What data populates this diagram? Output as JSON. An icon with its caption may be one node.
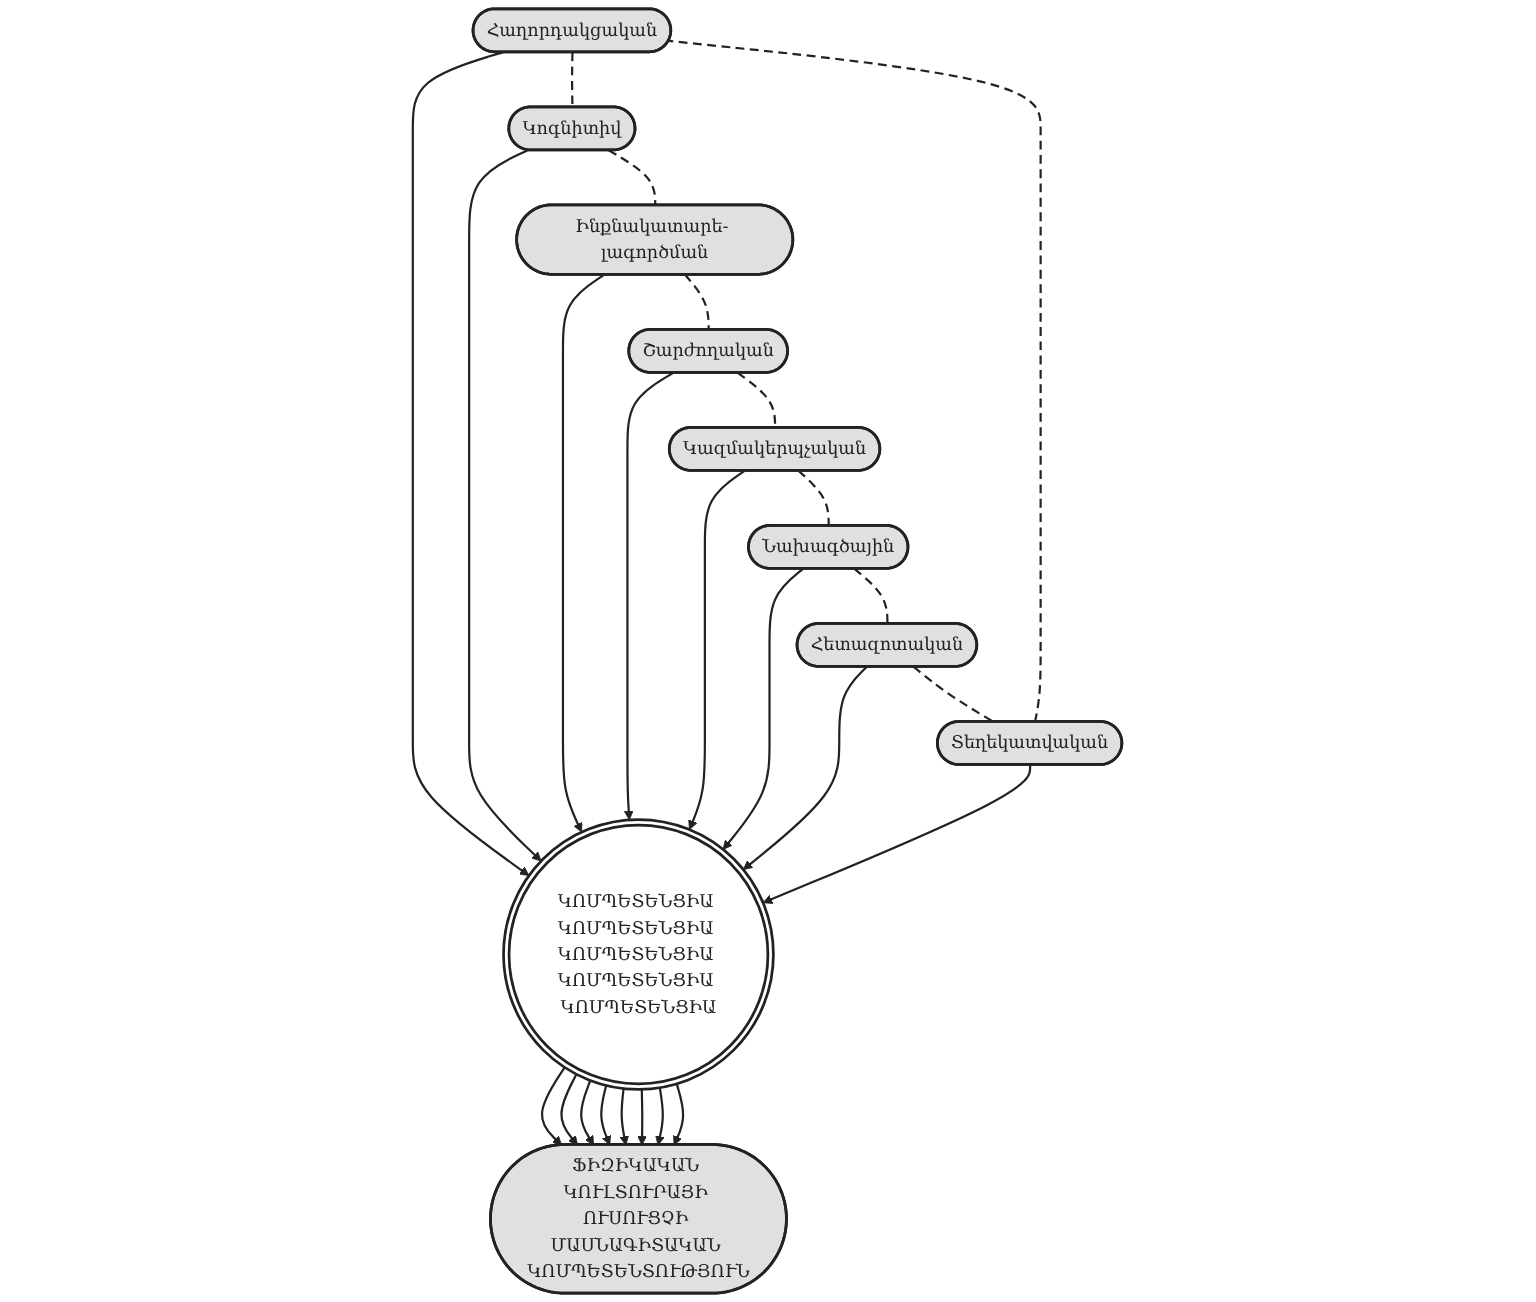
{
  "diagram": {
    "nodes": [
      {
        "text": [
          "Հաղորդակցական"
        ]
      },
      {
        "text": [
          "Կոգնիտիվ"
        ]
      },
      {
        "text": [
          "Ինքնակատարե- լագործման"
        ]
      },
      {
        "text": [
          "Շարժողական"
        ]
      },
      {
        "text": [
          "Կազմակերպչական"
        ]
      },
      {
        "text": [
          "Նախագծային"
        ]
      },
      {
        "text": [
          "Հետազոտական"
        ]
      },
      {
        "text": [
          "Տեղեկատվական"
        ]
      },
      {
        "text": [
          "ԿՈՄՊԵՏԵՆՑԻԱ ԿՈՄՊԵՏԵՆՑԻԱ ԿՈՄՊԵՏԵՆՑԻԱ ԿՈՄՊԵՏԵՆՑԻԱ ԿՈՄՊԵՏԵՆՑԻԱ"
        ]
      },
      {
        "text": [
          "ՖԻԶԻԿԱԿԱՆ ԿՈՒԼՏՈՒՐԱՅԻ ՈՒՍՈՒՑՉԻ ՄԱՍՆԱԳԻՏԱԿԱՆ ԿՈՄՊԵՏԵՆՏՈՒԹՅՈՒՆ"
        ]
      }
    ],
    "edges": [
      {
        "from": 0,
        "to": 8,
        "arrow": "to"
      },
      {
        "from": 1,
        "to": 8,
        "arrow": "to"
      },
      {
        "from": 2,
        "to": 8,
        "arrow": "to"
      },
      {
        "from": 3,
        "to": 8,
        "arrow": "to"
      },
      {
        "from": 4,
        "to": 8,
        "arrow": "to"
      },
      {
        "from": 5,
        "to": 8,
        "arrow": "to"
      },
      {
        "from": 6,
        "to": 8,
        "arrow": "to"
      },
      {
        "from": 7,
        "to": 8,
        "arrow": "to"
      },
      {
        "from": 8,
        "to": 9,
        "arrow": "to"
      },
      {
        "from": 8,
        "to": 9,
        "arrow": "to"
      },
      {
        "from": 8,
        "to": 9,
        "arrow": "to"
      },
      {
        "from": 8,
        "to": 9,
        "arrow": "to"
      },
      {
        "from": 8,
        "to": 9,
        "arrow": "to"
      },
      {
        "from": 8,
        "to": 9,
        "arrow": "to"
      },
      {
        "from": 8,
        "to": 9,
        "arrow": "to"
      },
      {
        "from": 8,
        "to": 9,
        "arrow": "to"
      },
      {
        "from": 0,
        "to": 1,
        "arrow": "none",
        "style": "dashed"
      },
      {
        "from": 1,
        "to": 2,
        "arrow": "none",
        "style": "dashed"
      },
      {
        "from": 2,
        "to": 3,
        "arrow": "none",
        "style": "dashed"
      },
      {
        "from": 3,
        "to": 4,
        "arrow": "none",
        "style": "dashed"
      },
      {
        "from": 4,
        "to": 5,
        "arrow": "none",
        "style": "dashed"
      },
      {
        "from": 5,
        "to": 6,
        "arrow": "none",
        "style": "dashed"
      },
      {
        "from": 6,
        "to": 7,
        "arrow": "none",
        "style": "dashed"
      },
      {
        "from": 7,
        "to": 0,
        "arrow": "none",
        "style": "dashed"
      }
    ]
  }
}
